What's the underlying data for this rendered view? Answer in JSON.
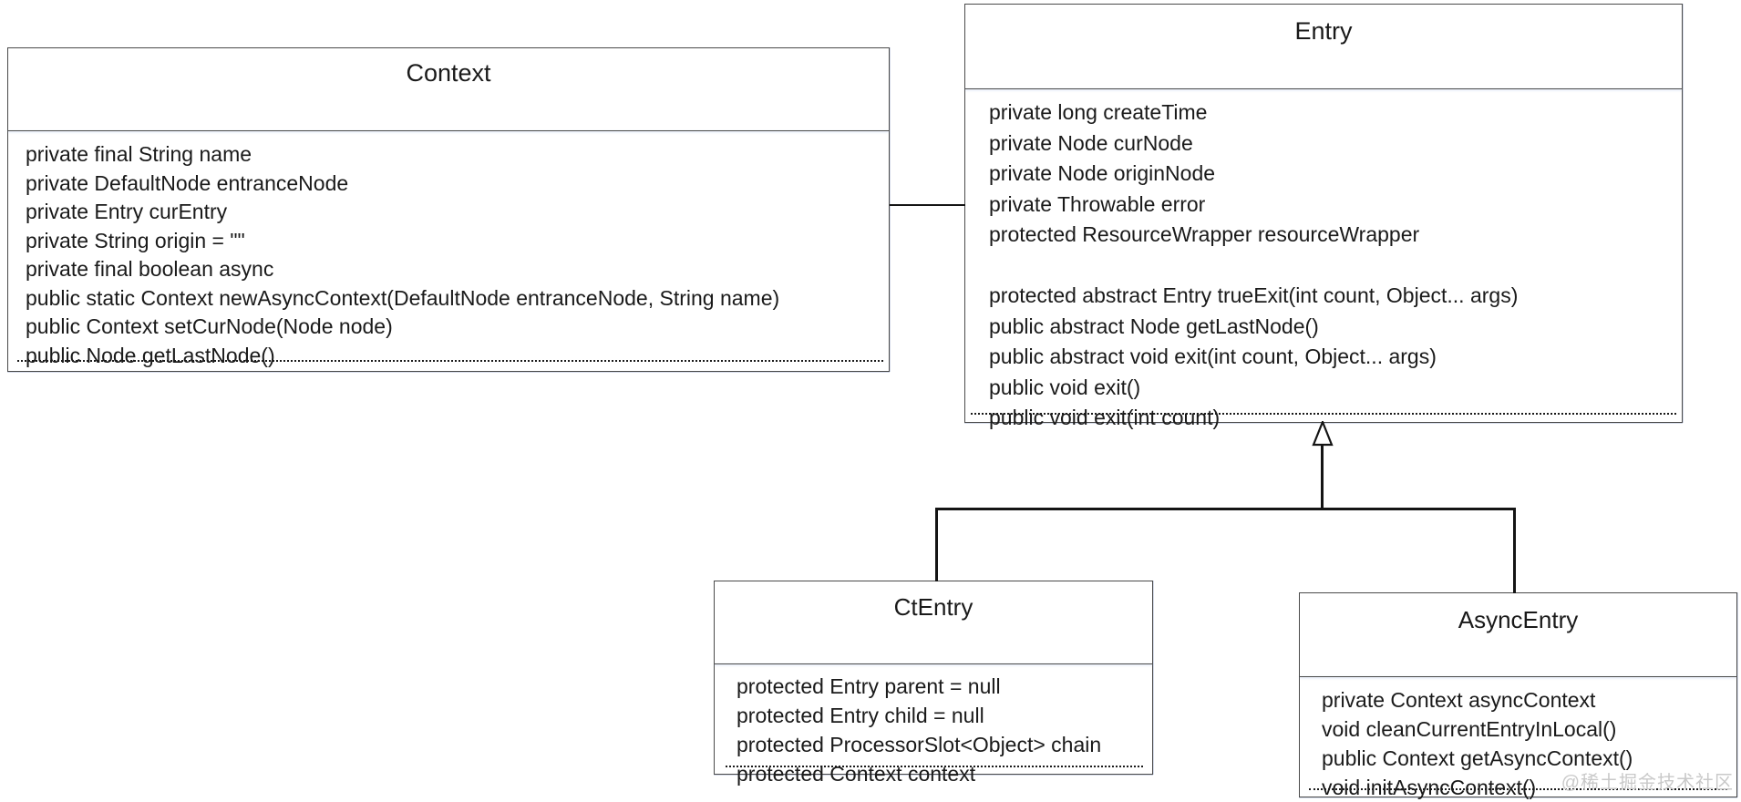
{
  "diagram": {
    "type": "uml-class-diagram",
    "watermark": "@稀土掘金技术社区",
    "colors": {
      "box_border": "#4a4a4a",
      "connector": "#141414",
      "text": "#1a1a1a",
      "divider_glow": "#a0b4e1",
      "background": "#ffffff",
      "watermark": "#c9c9c9"
    }
  },
  "classes": {
    "context": {
      "name": "Context",
      "members": [
        "private final String name",
        "private DefaultNode entranceNode",
        "private Entry curEntry",
        "private String origin = \"\"",
        "private final boolean async",
        "public static Context newAsyncContext(DefaultNode entranceNode, String name)",
        "public Context setCurNode(Node node)",
        "public Node getLastNode()"
      ]
    },
    "entry": {
      "name": "Entry",
      "members": [
        "private long createTime",
        "private Node curNode",
        "private Node originNode",
        "private Throwable error",
        "protected ResourceWrapper resourceWrapper",
        "",
        "protected abstract Entry trueExit(int count, Object... args)",
        "public abstract Node getLastNode()",
        "public abstract void exit(int count, Object... args)",
        "public void exit()",
        "public void exit(int count)"
      ]
    },
    "ctentry": {
      "name": "CtEntry",
      "members": [
        "protected Entry parent = null",
        "protected Entry child = null",
        "protected ProcessorSlot<Object> chain",
        "protected Context context"
      ]
    },
    "asyncentry": {
      "name": "AsyncEntry",
      "members": [
        "private Context asyncContext",
        "void cleanCurrentEntryInLocal()",
        "public Context getAsyncContext()",
        "void initAsyncContext()"
      ]
    }
  },
  "relationships": [
    {
      "kind": "association",
      "from": "Context",
      "to": "Entry"
    },
    {
      "kind": "generalization",
      "from": "CtEntry",
      "to": "Entry"
    },
    {
      "kind": "generalization",
      "from": "AsyncEntry",
      "to": "Entry"
    }
  ]
}
